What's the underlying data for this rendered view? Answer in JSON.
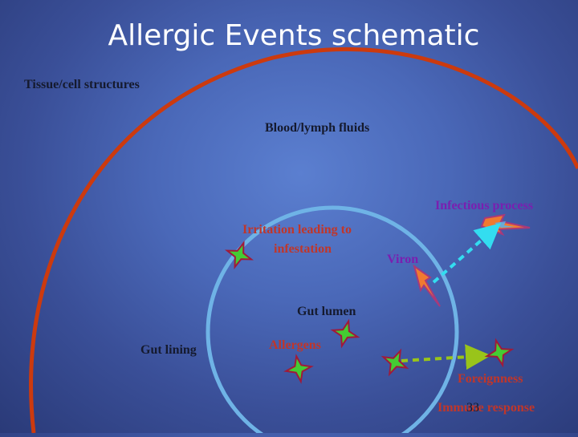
{
  "slide": {
    "title": "Allergic Events schematic",
    "labels": {
      "tissue": "Tissue/cell structures",
      "blood": "Blood/lymph fluids",
      "infectious": "Infectious process",
      "irritation": "Irritation leading to",
      "infestation": "infestation",
      "viron": "Viron",
      "gut_lumen": "Gut lumen",
      "gut_lining": "Gut lining",
      "allergens": "Allergens",
      "foreignness": "Foreignness",
      "immune": "Immune response",
      "page_number": "33"
    }
  },
  "colors": {
    "outer_arc": "#cc3a0e",
    "inner_circle": "#6fb3e6",
    "label_dark": "#151a2e",
    "label_red": "#c0362a",
    "label_purple": "#7a1fb0",
    "cyan_arrow": "#33ddf0",
    "green_arrow": "#99c41a",
    "bolt_fill": "#f07a30",
    "star_green": "#44cc33"
  }
}
